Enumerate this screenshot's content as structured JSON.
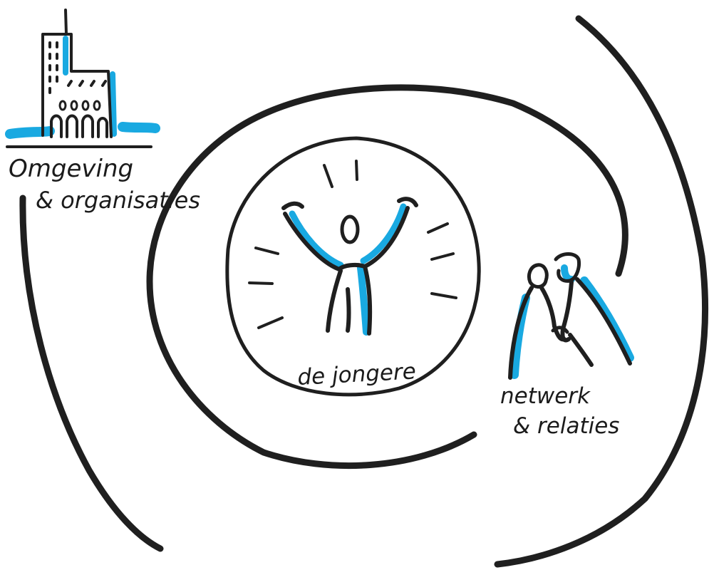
{
  "labels": {
    "outer": [
      "Omgeving",
      "& organisaties"
    ],
    "middle": [
      "netwerk",
      "& relaties"
    ],
    "center": "de jongere"
  },
  "colors": {
    "ink": "#1f1f1f",
    "accent": "#19a9e1",
    "background": "#ffffff"
  },
  "icons": {
    "outer": "building-icon",
    "middle": "couple-icon",
    "center": "cheering-person-icon"
  }
}
